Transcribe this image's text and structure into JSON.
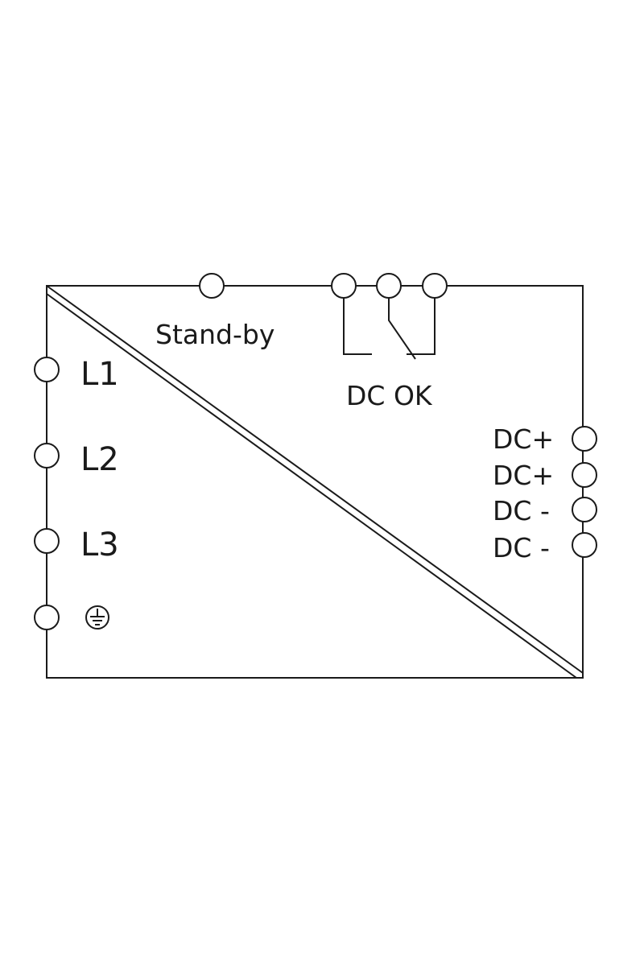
{
  "diagram": {
    "title": "",
    "inputs": {
      "l1": "L1",
      "l2": "L2",
      "l3": "L3",
      "ground_icon": "protective-earth-icon"
    },
    "top": {
      "standby": "Stand-by",
      "dc_ok": "DC OK"
    },
    "outputs": {
      "dc_plus_1": "DC+",
      "dc_plus_2": "DC+",
      "dc_minus_1": "DC -",
      "dc_minus_2": "DC -"
    },
    "colors": {
      "line": "#1a1a1a",
      "background": "#ffffff"
    }
  }
}
